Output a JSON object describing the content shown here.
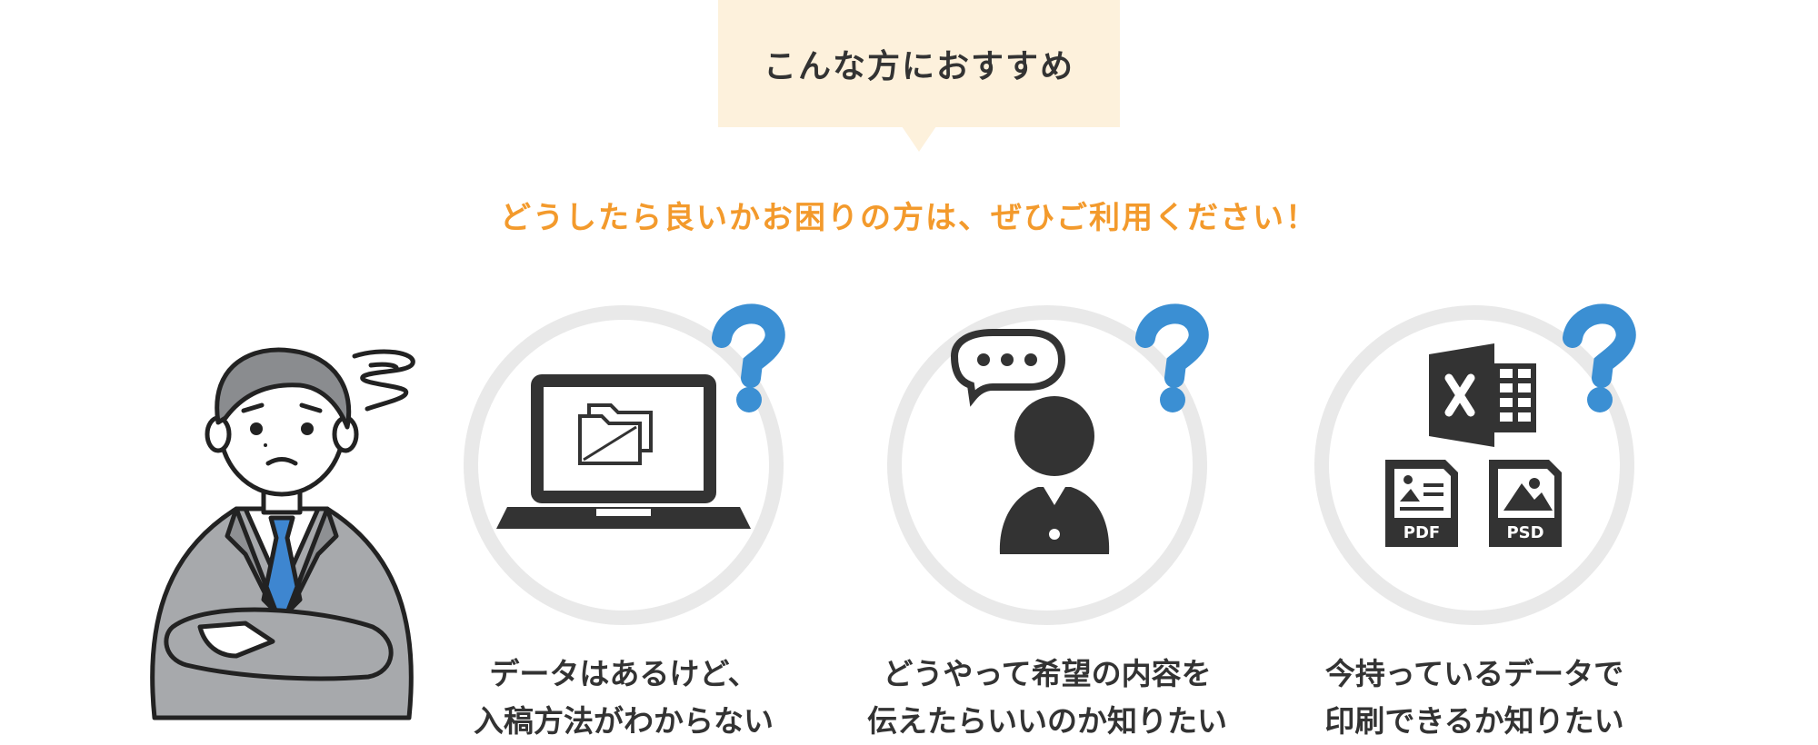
{
  "heading": "こんな方におすすめ",
  "subheading": "どうしたら良いかお困りの方は、ぜひご利用ください！",
  "colors": {
    "title_bg": "#fdf1dc",
    "accent_orange": "#f39a2c",
    "question_blue": "#3b8fd3",
    "ring_gray": "#e9e9e9",
    "icon_dark": "#333333"
  },
  "cards": [
    {
      "icon": "laptop-folder-icon",
      "caption_line1": "データはあるけど、",
      "caption_line2": "入稿方法がわからない"
    },
    {
      "icon": "person-speech-bubble-icon",
      "caption_line1": "どうやって希望の内容を",
      "caption_line2": "伝えたらいいのか知りたい"
    },
    {
      "icon": "file-formats-icon",
      "caption_line1": "今持っているデータで",
      "caption_line2": "印刷できるか知りたい",
      "file_labels": [
        "PDF",
        "PSD"
      ]
    }
  ]
}
